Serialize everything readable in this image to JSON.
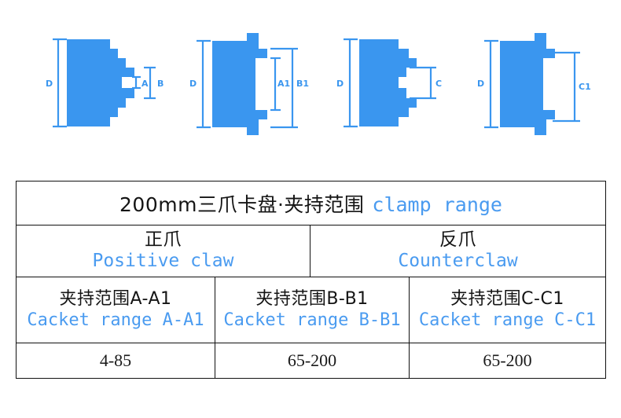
{
  "page": {
    "background_color": "#ffffff",
    "accent_blue": "#3a96ef",
    "text_black": "#141414",
    "en_blue": "#4a9bf0",
    "border_color": "#111111"
  },
  "diagrams": [
    {
      "id": "positive-claw-small",
      "labels": {
        "outer": "D",
        "inner_small": "A",
        "inner_large": "B"
      }
    },
    {
      "id": "positive-claw-large",
      "labels": {
        "outer": "D",
        "inner_small": "A1",
        "inner_large": "B1"
      }
    },
    {
      "id": "counterclaw-small",
      "labels": {
        "outer": "D",
        "inner_large": "C"
      }
    },
    {
      "id": "counterclaw-large",
      "labels": {
        "outer": "D",
        "inner_large": "C1"
      }
    }
  ],
  "table": {
    "title": {
      "cn": "200mm三爪卡盘·夹持范围",
      "en": "clamp range"
    },
    "claw_types": [
      {
        "cn": "正爪",
        "en": "Positive claw"
      },
      {
        "cn": "反爪",
        "en": "Counterclaw"
      }
    ],
    "range_headers": [
      {
        "cn": "夹持范围A-A1",
        "en": "Cacket range A-A1"
      },
      {
        "cn": "夹持范围B-B1",
        "en": "Cacket range B-B1"
      },
      {
        "cn": "夹持范围C-C1",
        "en": "Cacket range C-C1"
      }
    ],
    "range_values": [
      "4-85",
      "65-200",
      "65-200"
    ]
  },
  "watermark": {
    "text": ""
  },
  "chart_data": {
    "type": "table",
    "title": "200mm三爪卡盘·夹持范围 clamp range",
    "columns": [
      "夹持范围A-A1 / Cacket range A-A1",
      "夹持范围B-B1 / Cacket range B-B1",
      "夹持范围C-C1 / Cacket range C-C1"
    ],
    "group_headers": [
      "正爪 / Positive claw",
      "反爪 / Counterclaw"
    ],
    "rows": [
      [
        "4-85",
        "65-200",
        "65-200"
      ]
    ],
    "units": "mm"
  }
}
